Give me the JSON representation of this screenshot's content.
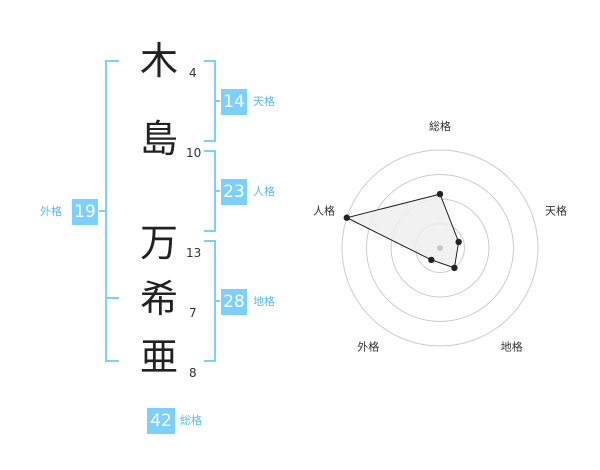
{
  "name": {
    "chars": [
      "木",
      "島",
      "万",
      "希",
      "亜"
    ],
    "strokes": [
      "4",
      "10",
      "13",
      "7",
      "8"
    ]
  },
  "kaku": {
    "tenkaku": {
      "value": "14",
      "label": "天格"
    },
    "jinkaku": {
      "value": "23",
      "label": "人格"
    },
    "chikaku": {
      "value": "28",
      "label": "地格"
    },
    "gaikaku": {
      "value": "19",
      "label": "外格"
    },
    "soukaku": {
      "value": "42",
      "label": "総格"
    }
  },
  "chart_data": {
    "type": "radar",
    "axes": [
      "総格",
      "天格",
      "地格",
      "外格",
      "人格"
    ],
    "values": [
      0.55,
      0.2,
      0.25,
      0.15,
      1.0
    ],
    "rings": 4,
    "colors": {
      "fill": "#eeeeee",
      "line": "#222222",
      "grid": "#cccccc",
      "center": "#c8c8c8"
    }
  },
  "colors": {
    "accent": "#7dcfff",
    "accent_text": "#5bb8f0"
  }
}
